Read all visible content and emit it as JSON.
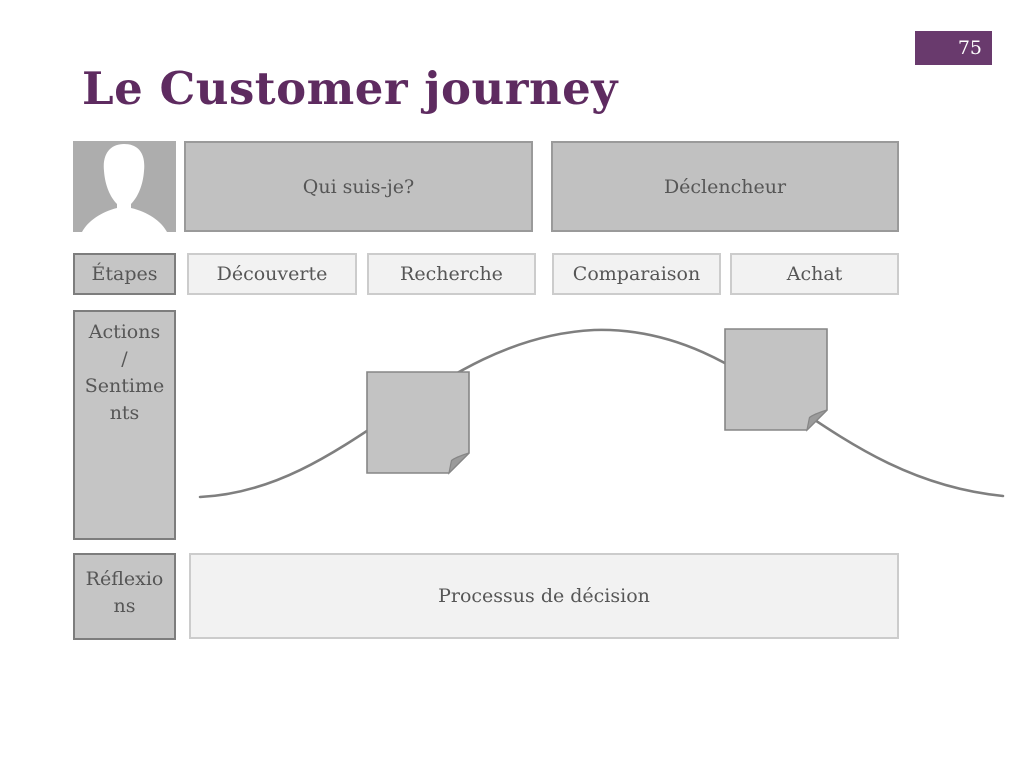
{
  "page": {
    "number": "75",
    "title": "Le Customer journey"
  },
  "phases": [
    {
      "label": "Qui suis-je?"
    },
    {
      "label": "Déclencheur"
    }
  ],
  "stages": {
    "row_label": "Étapes",
    "items": [
      {
        "label": "Découverte"
      },
      {
        "label": "Recherche"
      },
      {
        "label": "Comparaison"
      },
      {
        "label": "Achat"
      }
    ]
  },
  "rows": {
    "actions_label": "Actions\n/\nSentime\nnts",
    "reflections_label": "Réflexio\nns",
    "process_label": "Processus de décision"
  },
  "icons": {
    "persona": "person-silhouette-icon",
    "sticky_note": "sticky-note-icon",
    "curve": "journey-curve"
  },
  "colors": {
    "accent_purple": "#5e2b60",
    "badge_purple": "#693a6d",
    "phase_gray": "#c1c1c1",
    "header_box_gray": "#c5c5c5",
    "step_box_gray": "#f2f2f2",
    "persona_bg_gray": "#adadad",
    "text_gray": "#565656",
    "curve_gray": "#7f7f7f"
  }
}
